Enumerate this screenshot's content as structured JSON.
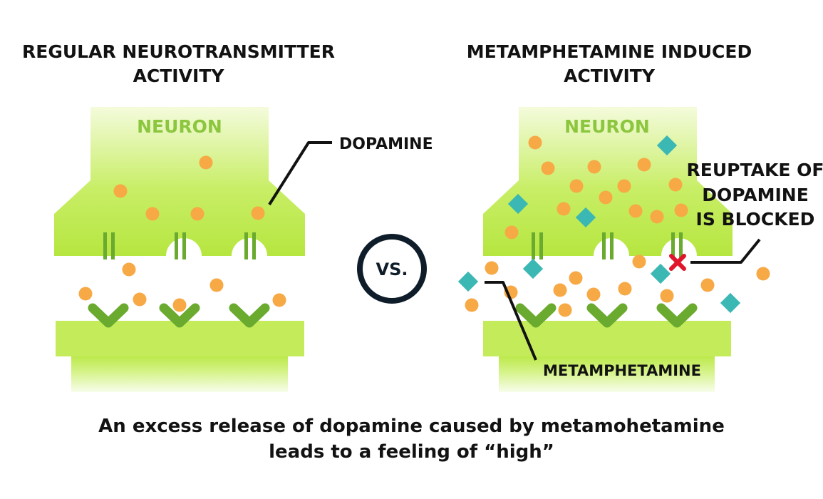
{
  "left_panel": {
    "title_line1": "REGULAR NEUROTRANSMITTER",
    "title_line2": "ACTIVITY",
    "neuron_label": "NEURON",
    "dopamine_label": "DOPAMINE"
  },
  "vs_label": "VS.",
  "right_panel": {
    "title_line1": "METAMPHETAMINE INDUCED",
    "title_line2": "ACTIVITY",
    "neuron_label": "NEURON",
    "reuptake_line1": "REUPTAKE OF",
    "reuptake_line2": "DOPAMINE",
    "reuptake_line3": "IS BLOCKED",
    "meth_label": "METAMPHETAMINE"
  },
  "caption": {
    "line1": "An excess release of dopamine caused by metamohetamine",
    "line2": "leads to a feeling of “high”"
  },
  "colors": {
    "neuron_green": "#bce94b",
    "neuron_label_green": "#8cc63f",
    "receptor_green": "#6aaa2f",
    "dopamine_orange": "#f7a945",
    "meth_teal": "#3cb8b4",
    "block_red": "#e0142b",
    "text_dark": "#121212"
  }
}
